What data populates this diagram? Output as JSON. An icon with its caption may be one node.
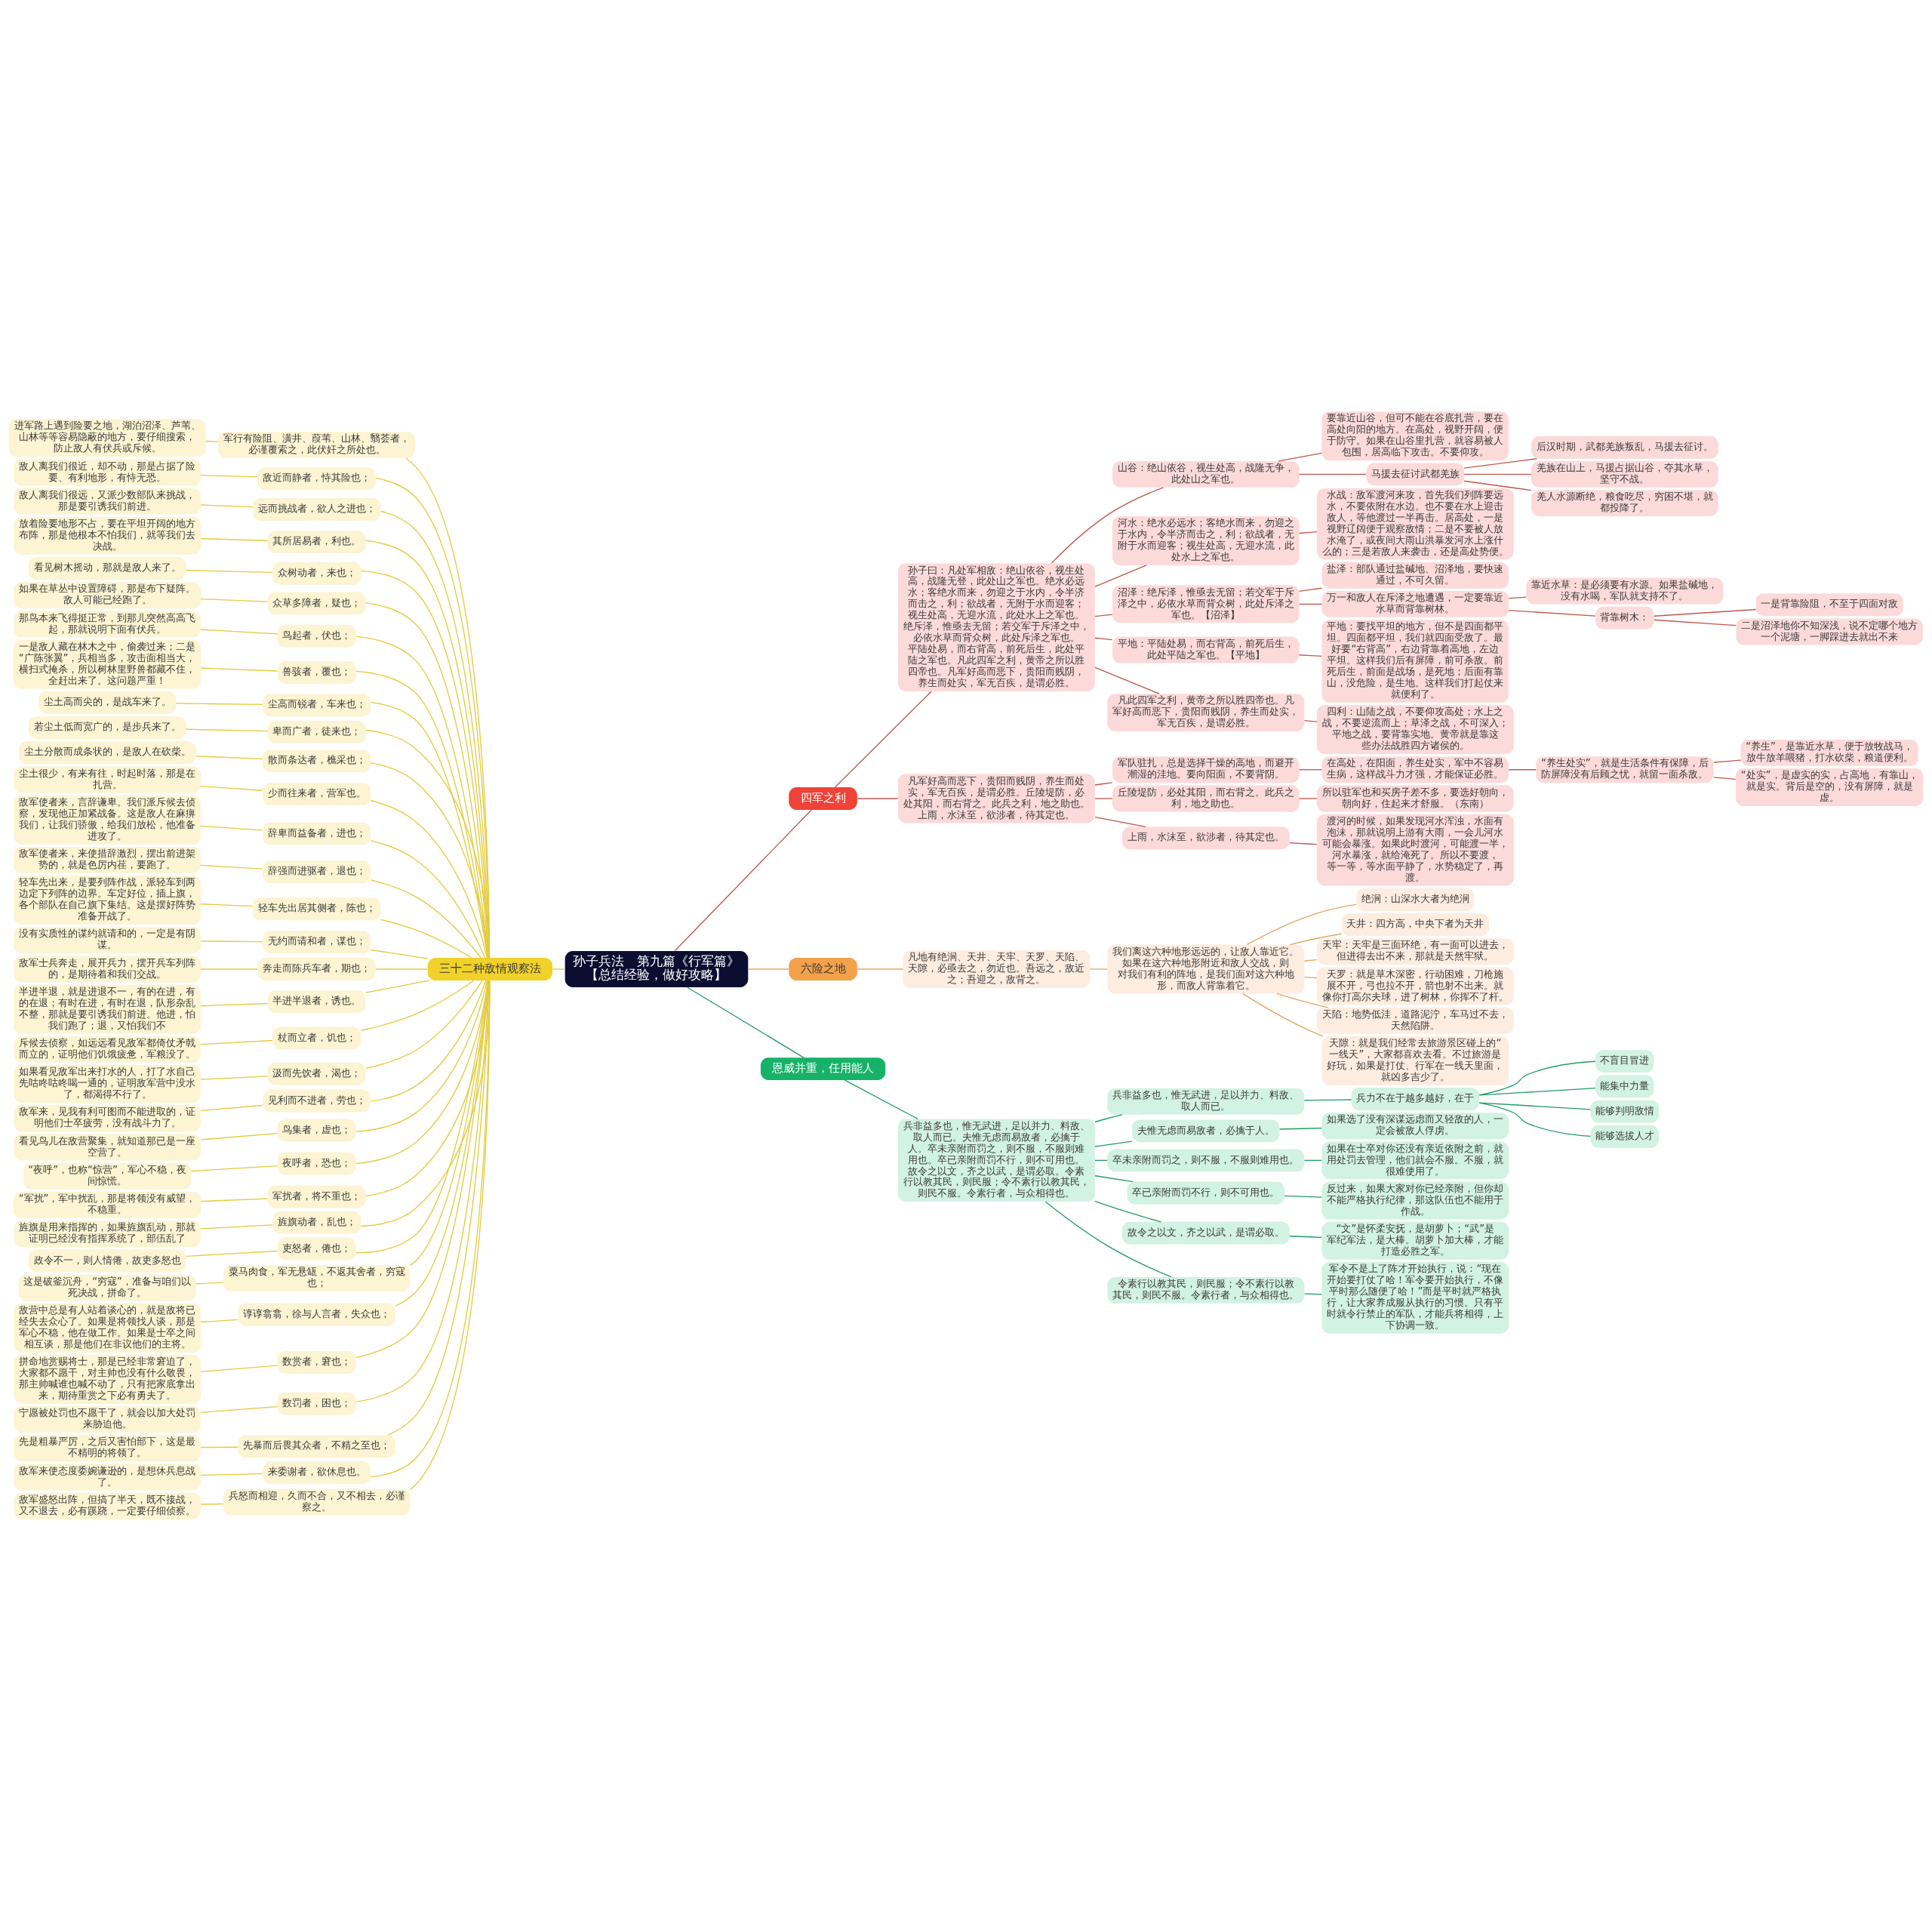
{
  "diagram": {
    "nodes": [
      {
        "text": [
          "孙子兵法　第九篇《行军篇》【总结经验，做好攻略】"
        ]
      },
      {
        "text": [
          "四军之利"
        ]
      },
      {
        "text": [
          "孙子曰：凡处军相敌：绝山依谷，视生处高，战隆无登，此处山之军也。绝水必远水；客绝水而来，勿迎之于水内，令半济而击之，利；欲战者，无附于水而迎客；视生处高，无迎水流，此处水上之军也。绝斥泽，惟亟去无留；若交军于斥泽之中，必依水草而背众树，此处斥泽之军也。平陆处易，而右背高，前死后生，此处平陆之军也。凡此四军之利，黄帝之所以胜四帝也。凡军好高而恶下，贵阳而贱阴，养生而处实，军无百疾，是谓必胜。"
        ]
      },
      {
        "text": [
          "山谷：绝山依谷，视生处高，战隆无争，此处山之军也。"
        ]
      },
      {
        "text": [
          "要靠近山谷，但可不能在谷底扎营，要在高处向阳的地方。在高处，视野开阔，便于防守。如果在山谷里扎营，就容易被人包围，居高临下攻击。不要仰攻。"
        ]
      },
      {
        "text": [
          "马援去征讨武都羌族"
        ]
      },
      {
        "text": [
          "后汉时期，武都羌族叛乱，马援去征讨。"
        ]
      },
      {
        "text": [
          "羌族在山上，马援占据山谷，夺其水草，坚守不战。"
        ]
      },
      {
        "text": [
          "羌人水源断绝，粮食吃尽，穷困不堪，就都投降了。"
        ]
      },
      {
        "text": [
          "河水：绝水必远水；客绝水而来，勿迎之于水内，令半济而击之，利；欲战者，无附于水而迎客；视生处高，无迎水流，此处水上之军也。"
        ]
      },
      {
        "text": [
          "水战：敌军渡河来攻，首先我们列阵要远水，不要依附在水边。也不要在水上迎击敌人，等他渡过一半再击。居高处，一是视野辽阔便于观察敌情；二是不要被人放水淹了，或夜间大雨山洪暴发河水上涨什么的；三是若敌人来袭击，还是高处势便。"
        ]
      },
      {
        "text": [
          "沼泽：绝斥泽，惟亟去无留；若交军于斥泽之中，必依水草而背众树，此处斥泽之军也。【沼泽】"
        ]
      },
      {
        "text": [
          "盐泽：部队通过盐碱地、沼泽地，要快速通过，不可久留。"
        ]
      },
      {
        "text": [
          "万一和敌人在斥泽之地遭遇，一定要靠近水草而背靠树林。"
        ]
      },
      {
        "text": [
          "靠近水草：是必须要有水源。如果盐碱地，没有水喝，军队就支持不了。"
        ]
      },
      {
        "text": [
          "背靠树木："
        ]
      },
      {
        "text": [
          "一是背靠险阻，不至于四面对敌"
        ]
      },
      {
        "text": [
          "二是沼泽地你不知深浅，说不定哪个地方一个泥塘，一脚踩进去就出不来"
        ]
      },
      {
        "text": [
          "平地：平陆处易，而右背高，前死后生，此处平陆之军也。【平地】"
        ]
      },
      {
        "text": [
          "平地：要找平坦的地方，但不是四面都平坦。四面都平坦，我们就四面受敌了。最好要“右背高”，右边背靠着高地，左边平坦。这样我们后有屏障，前可杀敌。前死后生，前面是战场，是死地；后面有靠山，没危险，是生地。这样我们打起仗来就便利了。"
        ]
      },
      {
        "text": [
          "凡此四军之利，黄帝之所以胜四帝也。凡军好高而恶下，贵阳而贱阴，养生而处实，军无百疾，是谓必胜。"
        ]
      },
      {
        "text": [
          "四利：山陆之战，不要仰攻高处；水上之战，不要逆流而上；草泽之战，不可深入；平地之战，要背靠实地。黄帝就是靠这些办法战胜四方诸侯的。"
        ]
      },
      {
        "text": [
          "凡军好高而恶下，贵阳而贱阴，养生而处实，军无百疾，是谓必胜。丘陵堤防，必处其阳，而右背之。此兵之利，地之助也。上雨，水沫至，欲涉者，待其定也。"
        ]
      },
      {
        "text": [
          "军队驻扎，总是选择干燥的高地，而避开潮湿的洼地。要向阳面，不要背阴。"
        ]
      },
      {
        "text": [
          "在高处，在阳面，养生处实，军中不容易生病，这样战斗力才强，才能保证必胜。"
        ]
      },
      {
        "text": [
          "“养生处实”，就是生活条件有保障，后防屏障没有后顾之忧，就留一面杀敌。"
        ]
      },
      {
        "text": [
          "“养生”，是靠近水草，便于放牧战马，放牛放羊喂猪，打水砍柴，粮道便利。"
        ]
      },
      {
        "text": [
          "“处实”，是虚实的实，占高地，有靠山，就是实。背后是空的，没有屏障，就是虚。"
        ]
      },
      {
        "text": [
          "丘陵堤防，必处其阳，而右背之。此兵之利，地之助也。"
        ]
      },
      {
        "text": [
          "所以驻军也和买房子差不多，要选好朝向，朝向好，住起来才舒服。（东南）"
        ]
      },
      {
        "text": [
          "上雨，水沫至，欲涉者，待其定也。"
        ]
      },
      {
        "text": [
          "渡河的时候，如果发现河水浑浊，水面有泡沫，那就说明上游有大雨，一会儿河水可能会暴涨。如果此时渡河，可能渡一半，河水暴涨，就给淹死了。所以不要渡，等一等，等水面平静了，水势稳定了，再渡。"
        ]
      },
      {
        "text": [
          "六险之地"
        ]
      },
      {
        "text": [
          "凡地有绝涧、天井、天牢、天罗、天陷、天隙，必亟去之，勿近也。吾远之，敌近之；吾迎之，敌背之。"
        ]
      },
      {
        "text": [
          "我们离这六种地形远远的，让敌人靠近它。如果在这六种地形附近和敌人交战，则对我们有利的阵地，是我们面对这六种地形，而敌人背靠着它。"
        ]
      },
      {
        "text": [
          "绝涧：山深水大者为绝涧"
        ]
      },
      {
        "text": [
          "天井：四方高，中央下者为天井"
        ]
      },
      {
        "text": [
          "天牢：天牢是三面环绝，有一面可以进去，但进得去出不来，那就是天然牢狱。"
        ]
      },
      {
        "text": [
          "天罗：就是草木深密，行动困难，刀枪施展不开，弓也拉不开，箭也射不出来。就像你打高尔夫球，进了树林，你挥不了杆。"
        ]
      },
      {
        "text": [
          "天陷：地势低洼，道路泥泞，车马过不去，天然陷阱。"
        ]
      },
      {
        "text": [
          "天隙：就是我们经常去旅游景区碰上的“一线天”，大家都喜欢去看。不过旅游是好玩，如果是打仗、行军在一线天里面，就凶多吉少了。"
        ]
      },
      {
        "text": [
          "恩威并重，任用能人"
        ]
      },
      {
        "text": [
          "兵非益多也，惟无武进，足以并力、料敌、取人而已。夫惟无虑而易敌者，必擒于人。卒未亲附而罚之，则不服，不服则难用也。卒已亲附而罚不行，则不可用也。故令之以文，齐之以武，是谓必取。令素行以教其民，则民服；令不素行以教其民，则民不服。令素行者，与众相得也。"
        ]
      },
      {
        "text": [
          "兵非益多也，惟无武进，足以并力、料敌、取人而已。"
        ]
      },
      {
        "text": [
          "兵力不在于越多越好，在于"
        ]
      },
      {
        "text": [
          "不盲目冒进"
        ]
      },
      {
        "text": [
          "能集中力量"
        ]
      },
      {
        "text": [
          "能够判明敌情"
        ]
      },
      {
        "text": [
          "能够选拔人才"
        ]
      },
      {
        "text": [
          "夫惟无虑而易敌者，必擒于人。"
        ]
      },
      {
        "text": [
          "如果选了没有深谋远虑而又轻敌的人，一定会被敌人俘虏。"
        ]
      },
      {
        "text": [
          "卒未亲附而罚之，则不服，不服则难用也。"
        ]
      },
      {
        "text": [
          "如果在士卒对你还没有亲近依附之前，就用处罚去管理，他们就会不服。不服，就很难使用了。"
        ]
      },
      {
        "text": [
          "卒已亲附而罚不行，则不可用也。"
        ]
      },
      {
        "text": [
          "反过来，如果大家对你已经亲附，但你却不能严格执行纪律，那这队伍也不能用于作战。"
        ]
      },
      {
        "text": [
          "故令之以文，齐之以武，是谓必取。"
        ]
      },
      {
        "text": [
          "“文”是怀柔安抚，是胡萝卜；“武”是军纪军法，是大棒。胡萝卜加大棒，才能打造必胜之军。"
        ]
      },
      {
        "text": [
          "令素行以教其民，则民服；令不素行以教其民，则民不服。令素行者，与众相得也。"
        ]
      },
      {
        "text": [
          "军令不是上了阵才开始执行，说：“现在开始要打仗了哈！军令要开始执行，不像平时那么随便了哈！”而是平时就严格执行，让大家养成服从执行的习惯。只有平时就令行禁止的军队，才能兵将相得，上下协调一致。"
        ]
      },
      {
        "text": [
          "三十二种敌情观察法"
        ]
      },
      {
        "text": [
          "军行有险阻、潢井、葭苇、山林、翳荟者，必谨覆索之，此伏奸之所处也。"
        ]
      },
      {
        "text": [
          "进军路上遇到险要之地，湖泊沼泽、芦苇、山林等等容易隐蔽的地方，要仔细搜索，防止敌人有伏兵或斥候。"
        ]
      },
      {
        "text": [
          "敌近而静者，恃其险也；"
        ]
      },
      {
        "text": [
          "敌人离我们很近，却不动，那是占据了险要、有利地形，有恃无恐。"
        ]
      },
      {
        "text": [
          "远而挑战者，欲人之进也；"
        ]
      },
      {
        "text": [
          "敌人离我们很远，又派少数部队来挑战，那是要引诱我们前进。"
        ]
      },
      {
        "text": [
          "其所居易者，利也。"
        ]
      },
      {
        "text": [
          "放着险要地形不占，要在平坦开阔的地方布阵，那是他根本不怕我们，就等我们去决战。"
        ]
      },
      {
        "text": [
          "众树动者，来也；"
        ]
      },
      {
        "text": [
          "看见树木摇动，那就是敌人来了。"
        ]
      },
      {
        "text": [
          "众草多障者，疑也；"
        ]
      },
      {
        "text": [
          "如果在草丛中设置障碍，那是布下疑阵。敌人可能已经跑了。"
        ]
      },
      {
        "text": [
          "鸟起者，伏也；"
        ]
      },
      {
        "text": [
          "那鸟本来飞得挺正常，到那儿突然高高飞起，那就说明下面有伏兵。"
        ]
      },
      {
        "text": [
          "兽骇者，覆也；"
        ]
      },
      {
        "text": [
          "一是敌人藏在林木之中，偷袭过来；二是“广陈张翼”，兵相当多，攻击面相当大，横扫式掩杀，所以树林里野兽都藏不住，全赶出来了。这问题严重！"
        ]
      },
      {
        "text": [
          "尘高而锐者，车来也；"
        ]
      },
      {
        "text": [
          "尘土高而尖的，是战车来了。"
        ]
      },
      {
        "text": [
          "卑而广者，徒来也；"
        ]
      },
      {
        "text": [
          "若尘土低而宽广的，是步兵来了。"
        ]
      },
      {
        "text": [
          "散而条达者，樵采也；"
        ]
      },
      {
        "text": [
          "尘土分散而成条状的，是敌人在砍柴。"
        ]
      },
      {
        "text": [
          "少而往来者，营军也。"
        ]
      },
      {
        "text": [
          "尘土很少，有来有往，时起时落，那是在扎营。"
        ]
      },
      {
        "text": [
          "辞卑而益备者，进也；"
        ]
      },
      {
        "text": [
          "敌军使者来，言辞谦卑。我们派斥候去侦察，发现他正加紧战备。这是敌人在麻痹我们，让我们骄傲，给我们放松，他准备进攻了。"
        ]
      },
      {
        "text": [
          "辞强而进驱者，退也；"
        ]
      },
      {
        "text": [
          "敌军使者来，来使措辞激烈，摆出前进架势的，就是色厉内荏，要跑了。"
        ]
      },
      {
        "text": [
          "轻车先出居其侧者，陈也；"
        ]
      },
      {
        "text": [
          "轻车先出来，是要列阵作战，派轻车到两边定下列阵的边界。车定好位，插上旗，各个部队在自己旗下集结。这是摆好阵势准备开战了。"
        ]
      },
      {
        "text": [
          "无约而请和者，谋也；"
        ]
      },
      {
        "text": [
          "没有实质性的谋约就请和的，一定是有阴谋。"
        ]
      },
      {
        "text": [
          "奔走而陈兵车者，期也；"
        ]
      },
      {
        "text": [
          "敌军士兵奔走，展开兵力，摆开兵车列阵的，是期待着和我们交战。"
        ]
      },
      {
        "text": [
          "半进半退者，诱也。"
        ]
      },
      {
        "text": [
          "半进半退，就是进退不一，有的在进，有的在退；有时在进，有时在退，队形杂乱不整，那就是要引诱我们前进。他进，怕我们跑了；退，又怕我们不"
        ]
      },
      {
        "text": [
          "杖而立者，饥也；"
        ]
      },
      {
        "text": [
          "斥候去侦察，如远远看见敌军都倚仗矛戟而立的，证明他们饥饿疲惫，军粮没了。"
        ]
      },
      {
        "text": [
          "汲而先饮者，渴也；"
        ]
      },
      {
        "text": [
          "如果看见敌军出来打水的人，打了水自己先咕咚咕咚喝一通的，证明敌军营中没水了，都渴得不行了。"
        ]
      },
      {
        "text": [
          "见利而不进者，劳也；"
        ]
      },
      {
        "text": [
          "敌军来，见我有利可图而不能进取的，证明他们士卒疲劳，没有战斗力了。"
        ]
      },
      {
        "text": [
          "鸟集者，虚也；"
        ]
      },
      {
        "text": [
          "看见鸟儿在敌营聚集，就知道那已是一座空营了。"
        ]
      },
      {
        "text": [
          "夜呼者，恐也；"
        ]
      },
      {
        "text": [
          "“夜呼”，也称“惊营”，军心不稳，夜间惊慌。"
        ]
      },
      {
        "text": [
          "军扰者，将不重也；"
        ]
      },
      {
        "text": [
          "“军扰”，军中扰乱，那是将领没有威望，不稳重。"
        ]
      },
      {
        "text": [
          "旌旗动者，乱也；"
        ]
      },
      {
        "text": [
          "旌旗是用来指挥的，如果旌旗乱动，那就证明已经没有指挥系统了，部伍乱了"
        ]
      },
      {
        "text": [
          "吏怒者，倦也；"
        ]
      },
      {
        "text": [
          "政令不一，则人情倦，故吏多怒也"
        ]
      },
      {
        "text": [
          "粟马肉食，军无悬缻，不返其舍者，穷寇也；"
        ]
      },
      {
        "text": [
          "这是破釜沉舟，“穷寇”，准备与咱们以死决战，拼命了。"
        ]
      },
      {
        "text": [
          "谆谆翕翕，徐与人言者，失众也；"
        ]
      },
      {
        "text": [
          "敌营中总是有人站着谈心的，就是敌将已经失去众心了。如果是将领找人谈，那是军心不稳，他在做工作。如果是士卒之间相互谈，那是他们在非议他们的主将。"
        ]
      },
      {
        "text": [
          "数赏者，窘也；"
        ]
      },
      {
        "text": [
          "拼命地赏赐将士，那是已经非常窘迫了，大家都不愿干，对主帅也没有什么敬畏，那主帅喊谁也喊不动了，只有把家底拿出来，期待重赏之下必有勇夫了。"
        ]
      },
      {
        "text": [
          "数罚者，困也；"
        ]
      },
      {
        "text": [
          "宁愿被处罚也不愿干了，就会以加大处罚来胁迫他。"
        ]
      },
      {
        "text": [
          "先暴而后畏其众者，不精之至也；"
        ]
      },
      {
        "text": [
          "先是粗暴严厉，之后又害怕部下，这是最不精明的将领了。"
        ]
      },
      {
        "text": [
          "来委谢者，欲休息也。"
        ]
      },
      {
        "text": [
          "敌军来使态度委婉谦逊的，是想休兵息战了。"
        ]
      },
      {
        "text": [
          "兵怒而相迎，久而不合，又不相去，必谨察之。"
        ]
      },
      {
        "text": [
          "敌军盛怒出阵，但搞了半天，既不接战，又不退去，必有蹊跷，一定要仔细侦察。"
        ]
      }
    ],
    "edges": [
      {
        "from": 0,
        "to": 1,
        "arrow": "none",
        "color": "#c0574c"
      },
      {
        "from": 1,
        "to": 2,
        "arrow": "none",
        "color": "#c0574c"
      },
      {
        "from": 2,
        "to": 3,
        "arrow": "none",
        "color": "#c0574c"
      },
      {
        "from": 3,
        "to": 4,
        "arrow": "none",
        "color": "#c0574c"
      },
      {
        "from": 3,
        "to": 5,
        "arrow": "none",
        "color": "#c0574c"
      },
      {
        "from": 5,
        "to": 6,
        "arrow": "none",
        "color": "#c0574c"
      },
      {
        "from": 5,
        "to": 7,
        "arrow": "none",
        "color": "#c0574c"
      },
      {
        "from": 5,
        "to": 8,
        "arrow": "none",
        "color": "#c0574c"
      },
      {
        "from": 2,
        "to": 9,
        "arrow": "none",
        "color": "#c0574c"
      },
      {
        "from": 9,
        "to": 10,
        "arrow": "none",
        "color": "#c0574c"
      },
      {
        "from": 2,
        "to": 11,
        "arrow": "none",
        "color": "#c0574c"
      },
      {
        "from": 11,
        "to": 12,
        "arrow": "none",
        "color": "#c0574c"
      },
      {
        "from": 11,
        "to": 13,
        "arrow": "none",
        "color": "#c0574c"
      },
      {
        "from": 13,
        "to": 14,
        "arrow": "none",
        "color": "#c0574c"
      },
      {
        "from": 13,
        "to": 15,
        "arrow": "none",
        "color": "#c0574c"
      },
      {
        "from": 15,
        "to": 16,
        "arrow": "none",
        "color": "#c0574c"
      },
      {
        "from": 15,
        "to": 17,
        "arrow": "none",
        "color": "#c0574c"
      },
      {
        "from": 2,
        "to": 18,
        "arrow": "none",
        "color": "#c0574c"
      },
      {
        "from": 18,
        "to": 19,
        "arrow": "none",
        "color": "#c0574c"
      },
      {
        "from": 2,
        "to": 20,
        "arrow": "none",
        "color": "#c0574c"
      },
      {
        "from": 20,
        "to": 21,
        "arrow": "none",
        "color": "#c0574c"
      },
      {
        "from": 1,
        "to": 22,
        "arrow": "none",
        "color": "#c0574c"
      },
      {
        "from": 22,
        "to": 23,
        "arrow": "none",
        "color": "#c0574c"
      },
      {
        "from": 23,
        "to": 24,
        "arrow": "none",
        "color": "#c0574c"
      },
      {
        "from": 24,
        "to": 25,
        "arrow": "none",
        "color": "#c0574c"
      },
      {
        "from": 25,
        "to": 26,
        "arrow": "none",
        "color": "#c0574c"
      },
      {
        "from": 25,
        "to": 27,
        "arrow": "none",
        "color": "#c0574c"
      },
      {
        "from": 22,
        "to": 28,
        "arrow": "none",
        "color": "#c0574c"
      },
      {
        "from": 28,
        "to": 29,
        "arrow": "none",
        "color": "#c0574c"
      },
      {
        "from": 22,
        "to": 30,
        "arrow": "none",
        "color": "#c0574c"
      },
      {
        "from": 30,
        "to": 31,
        "arrow": "none",
        "color": "#c0574c"
      },
      {
        "from": 0,
        "to": 32,
        "arrow": "none",
        "color": "#e3a561"
      },
      {
        "from": 32,
        "to": 33,
        "arrow": "none",
        "color": "#e3a561"
      },
      {
        "from": 33,
        "to": 34,
        "arrow": "none",
        "color": "#e3a561"
      },
      {
        "from": 34,
        "to": 35,
        "arrow": "none",
        "color": "#e3a561"
      },
      {
        "from": 34,
        "to": 36,
        "arrow": "none",
        "color": "#e3a561"
      },
      {
        "from": 34,
        "to": 37,
        "arrow": "none",
        "color": "#e3a561"
      },
      {
        "from": 34,
        "to": 38,
        "arrow": "none",
        "color": "#e3a561"
      },
      {
        "from": 34,
        "to": 39,
        "arrow": "none",
        "color": "#e3a561"
      },
      {
        "from": 34,
        "to": 40,
        "arrow": "none",
        "color": "#e3a561"
      },
      {
        "from": 0,
        "to": 41,
        "arrow": "none",
        "color": "#1f9e63"
      },
      {
        "from": 41,
        "to": 42,
        "arrow": "none",
        "color": "#1f9e63"
      },
      {
        "from": 42,
        "to": 43,
        "arrow": "none",
        "color": "#1f9e63"
      },
      {
        "from": 43,
        "to": 44,
        "arrow": "none",
        "color": "#1f9e63"
      },
      {
        "from": 44,
        "to": 45,
        "arrow": "none",
        "color": "#1f9e63"
      },
      {
        "from": 44,
        "to": 46,
        "arrow": "none",
        "color": "#1f9e63"
      },
      {
        "from": 44,
        "to": 47,
        "arrow": "none",
        "color": "#1f9e63"
      },
      {
        "from": 44,
        "to": 48,
        "arrow": "none",
        "color": "#1f9e63"
      },
      {
        "from": 42,
        "to": 49,
        "arrow": "none",
        "color": "#1f9e63"
      },
      {
        "from": 49,
        "to": 50,
        "arrow": "none",
        "color": "#1f9e63"
      },
      {
        "from": 42,
        "to": 51,
        "arrow": "none",
        "color": "#1f9e63"
      },
      {
        "from": 51,
        "to": 52,
        "arrow": "none",
        "color": "#1f9e63"
      },
      {
        "from": 42,
        "to": 53,
        "arrow": "none",
        "color": "#1f9e63"
      },
      {
        "from": 53,
        "to": 54,
        "arrow": "none",
        "color": "#1f9e63"
      },
      {
        "from": 42,
        "to": 55,
        "arrow": "none",
        "color": "#1f9e63"
      },
      {
        "from": 55,
        "to": 56,
        "arrow": "none",
        "color": "#1f9e63"
      },
      {
        "from": 42,
        "to": 57,
        "arrow": "none",
        "color": "#1f9e63"
      },
      {
        "from": 57,
        "to": 58,
        "arrow": "none",
        "color": "#1f9e63"
      },
      {
        "from": 0,
        "to": 59,
        "arrow": "none"
      },
      {
        "from": 59,
        "to": 60,
        "arrow": "none"
      },
      {
        "from": 60,
        "to": 61,
        "arrow": "none"
      },
      {
        "from": 59,
        "to": 62,
        "arrow": "none"
      },
      {
        "from": 62,
        "to": 63,
        "arrow": "none"
      },
      {
        "from": 59,
        "to": 64,
        "arrow": "none"
      },
      {
        "from": 64,
        "to": 65,
        "arrow": "none"
      },
      {
        "from": 59,
        "to": 66,
        "arrow": "none"
      },
      {
        "from": 66,
        "to": 67,
        "arrow": "none"
      },
      {
        "from": 59,
        "to": 68,
        "arrow": "none"
      },
      {
        "from": 68,
        "to": 69,
        "arrow": "none"
      },
      {
        "from": 59,
        "to": 70,
        "arrow": "none"
      },
      {
        "from": 70,
        "to": 71,
        "arrow": "none"
      },
      {
        "from": 59,
        "to": 72,
        "arrow": "none"
      },
      {
        "from": 72,
        "to": 73,
        "arrow": "none"
      },
      {
        "from": 59,
        "to": 74,
        "arrow": "none"
      },
      {
        "from": 74,
        "to": 75,
        "arrow": "none"
      },
      {
        "from": 59,
        "to": 76,
        "arrow": "none"
      },
      {
        "from": 76,
        "to": 77,
        "arrow": "none"
      },
      {
        "from": 59,
        "to": 78,
        "arrow": "none"
      },
      {
        "from": 78,
        "to": 79,
        "arrow": "none"
      },
      {
        "from": 59,
        "to": 80,
        "arrow": "none"
      },
      {
        "from": 80,
        "to": 81,
        "arrow": "none"
      },
      {
        "from": 59,
        "to": 82,
        "arrow": "none"
      },
      {
        "from": 82,
        "to": 83,
        "arrow": "none"
      },
      {
        "from": 59,
        "to": 84,
        "arrow": "none"
      },
      {
        "from": 84,
        "to": 85,
        "arrow": "none"
      },
      {
        "from": 59,
        "to": 86,
        "arrow": "none"
      },
      {
        "from": 86,
        "to": 87,
        "arrow": "none"
      },
      {
        "from": 59,
        "to": 88,
        "arrow": "none"
      },
      {
        "from": 88,
        "to": 89,
        "arrow": "none"
      },
      {
        "from": 59,
        "to": 90,
        "arrow": "none"
      },
      {
        "from": 90,
        "to": 91,
        "arrow": "none"
      },
      {
        "from": 59,
        "to": 92,
        "arrow": "none"
      },
      {
        "from": 92,
        "to": 93,
        "arrow": "none"
      },
      {
        "from": 59,
        "to": 94,
        "arrow": "none"
      },
      {
        "from": 94,
        "to": 95,
        "arrow": "none"
      },
      {
        "from": 59,
        "to": 96,
        "arrow": "none"
      },
      {
        "from": 96,
        "to": 97,
        "arrow": "none"
      },
      {
        "from": 59,
        "to": 98,
        "arrow": "none"
      },
      {
        "from": 98,
        "to": 99,
        "arrow": "none"
      },
      {
        "from": 59,
        "to": 100,
        "arrow": "none"
      },
      {
        "from": 100,
        "to": 101,
        "arrow": "none"
      },
      {
        "from": 59,
        "to": 102,
        "arrow": "none"
      },
      {
        "from": 102,
        "to": 103,
        "arrow": "none"
      },
      {
        "from": 59,
        "to": 104,
        "arrow": "none"
      },
      {
        "from": 104,
        "to": 105,
        "arrow": "none"
      },
      {
        "from": 59,
        "to": 106,
        "arrow": "none"
      },
      {
        "from": 106,
        "to": 107,
        "arrow": "none"
      },
      {
        "from": 59,
        "to": 108,
        "arrow": "none"
      },
      {
        "from": 108,
        "to": 109,
        "arrow": "none"
      },
      {
        "from": 59,
        "to": 110,
        "arrow": "none"
      },
      {
        "from": 110,
        "to": 111,
        "arrow": "none"
      },
      {
        "from": 59,
        "to": 112,
        "arrow": "none"
      },
      {
        "from": 112,
        "to": 113,
        "arrow": "none"
      },
      {
        "from": 59,
        "to": 114,
        "arrow": "none"
      },
      {
        "from": 114,
        "to": 115,
        "arrow": "none"
      },
      {
        "from": 59,
        "to": 116,
        "arrow": "none"
      },
      {
        "from": 116,
        "to": 117,
        "arrow": "none"
      },
      {
        "from": 59,
        "to": 118,
        "arrow": "none"
      },
      {
        "from": 118,
        "to": 119,
        "arrow": "none"
      },
      {
        "from": 59,
        "to": 120,
        "arrow": "none"
      },
      {
        "from": 120,
        "to": 121,
        "arrow": "none"
      },
      {
        "from": 59,
        "to": 122,
        "arrow": "none"
      },
      {
        "from": 122,
        "to": 123,
        "arrow": "none"
      },
      {
        "from": 59,
        "to": 124,
        "arrow": "none"
      },
      {
        "from": 124,
        "to": 125,
        "arrow": "none"
      }
    ]
  }
}
